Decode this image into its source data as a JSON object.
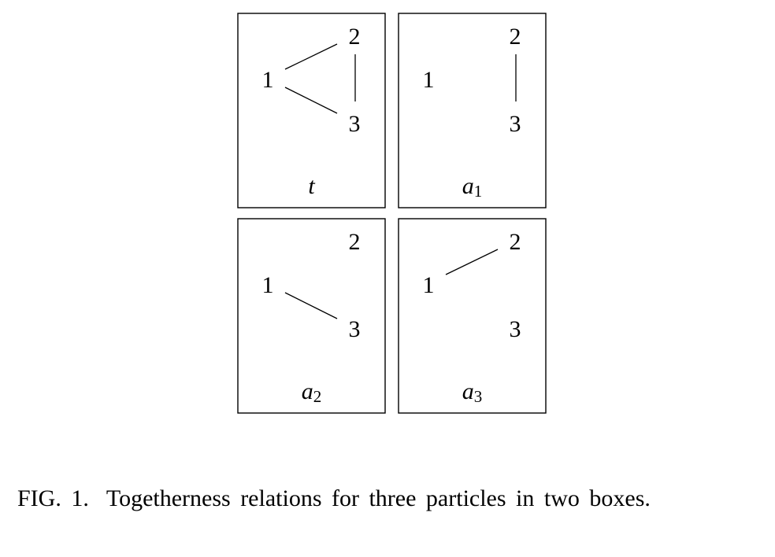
{
  "figure": {
    "nodes": [
      "1",
      "2",
      "3"
    ],
    "panels": [
      {
        "label": "t",
        "subscript": "",
        "edges": [
          [
            "1",
            "2"
          ],
          [
            "1",
            "3"
          ],
          [
            "2",
            "3"
          ]
        ]
      },
      {
        "label": "a",
        "subscript": "1",
        "edges": [
          [
            "2",
            "3"
          ]
        ]
      },
      {
        "label": "a",
        "subscript": "2",
        "edges": [
          [
            "1",
            "3"
          ]
        ]
      },
      {
        "label": "a",
        "subscript": "3",
        "edges": [
          [
            "1",
            "2"
          ]
        ]
      }
    ]
  },
  "caption": {
    "number": "FIG. 1.",
    "text": "Togetherness relations for three particles in two boxes."
  }
}
